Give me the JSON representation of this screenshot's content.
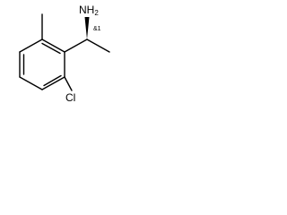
{
  "labels": {
    "amine": "NH2",
    "amine_main": "NH",
    "amine_subscript": "2",
    "stereo": "&1",
    "chlorine": "Cl"
  },
  "bond_types": {
    "stereo_to_amine": "wedge",
    "ring": "aromatic"
  }
}
